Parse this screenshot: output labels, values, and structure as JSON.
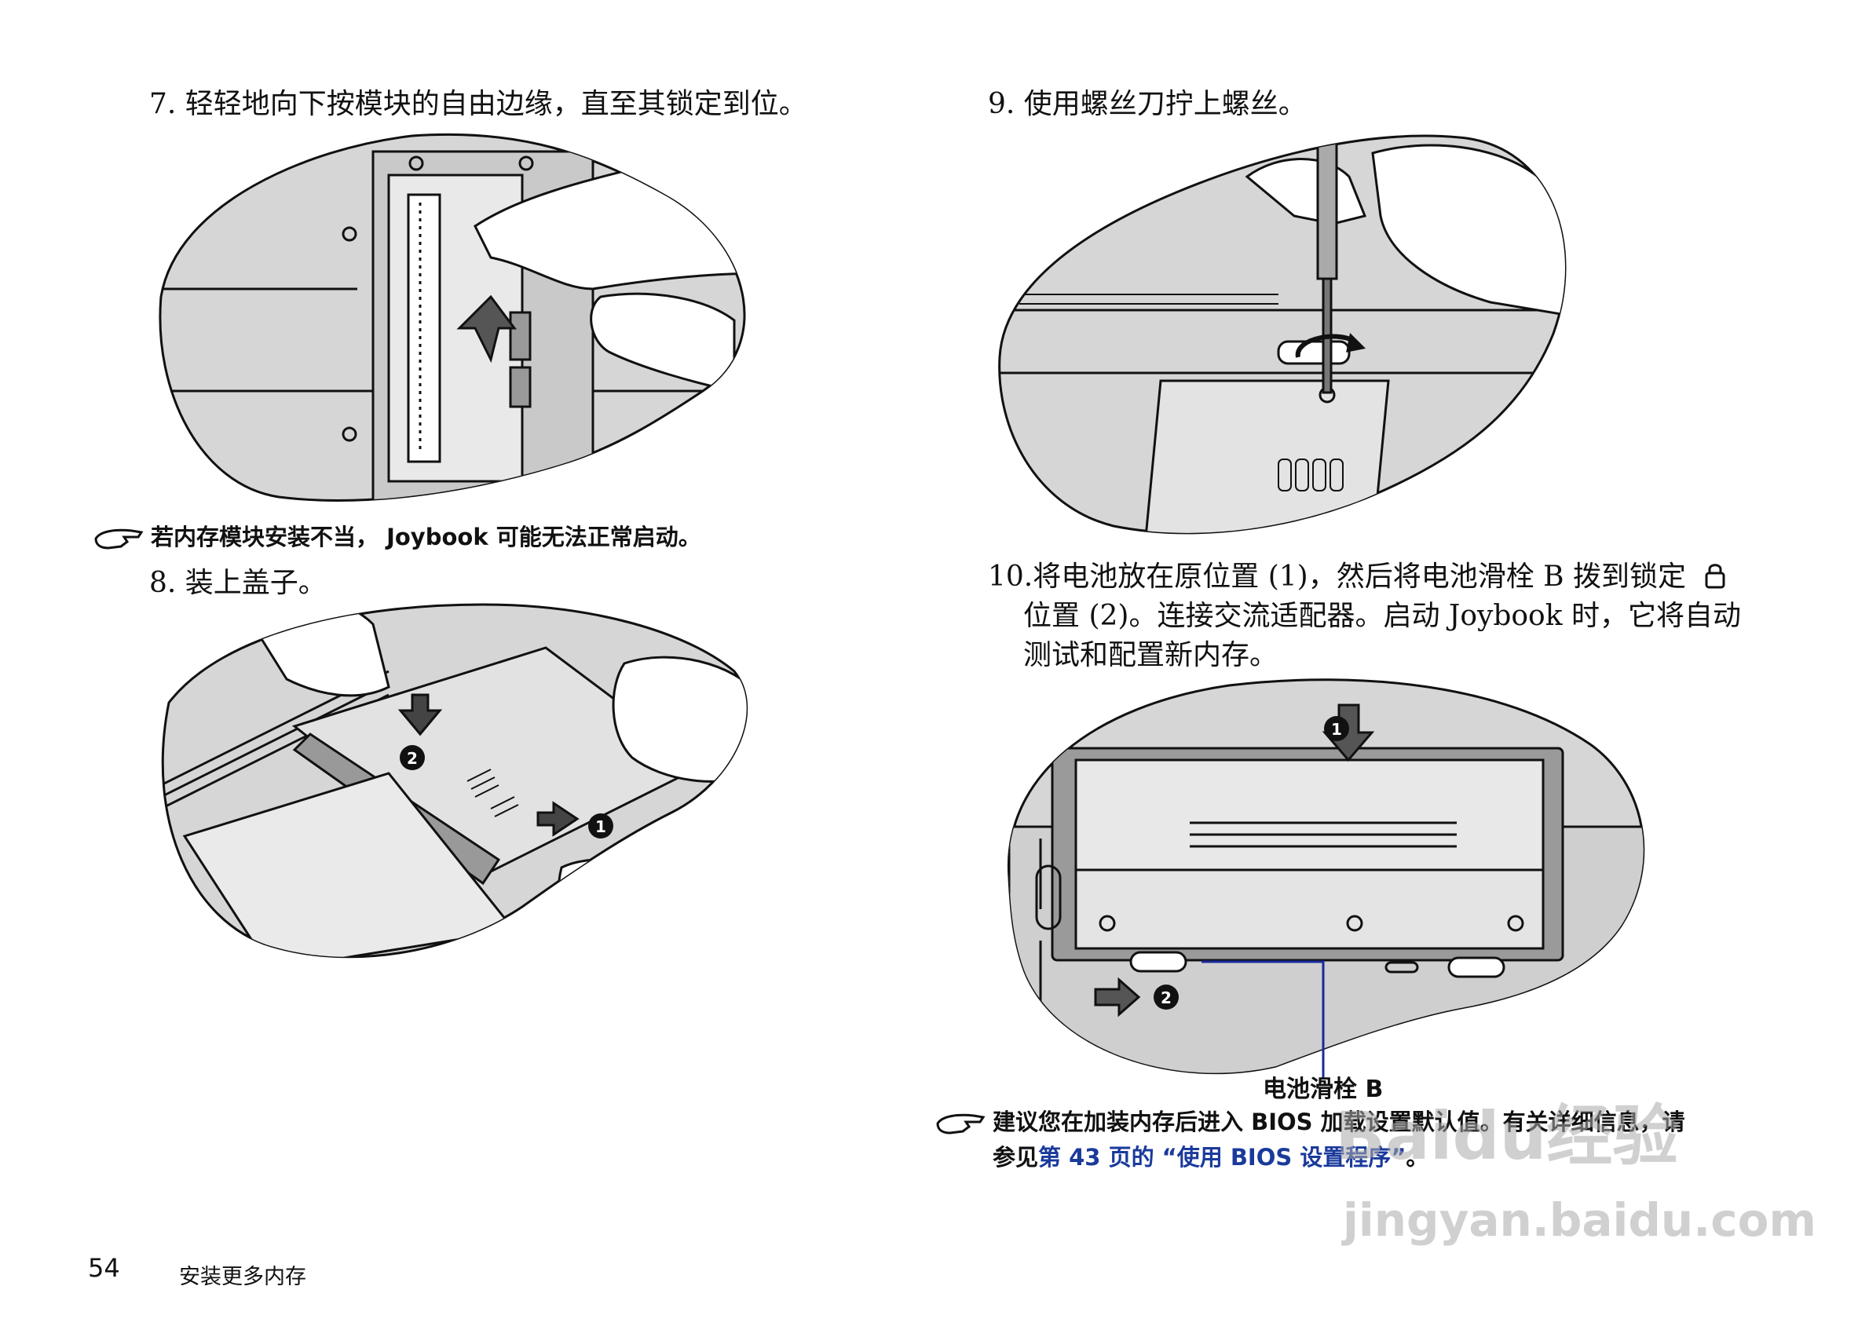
{
  "steps": {
    "s7": "7. 轻轻地向下按模块的自由边缘，直至其锁定到位。",
    "s8": "8. 装上盖子。",
    "s9": "9. 使用螺丝刀拧上螺丝。",
    "s10_l1": "10.将电池放在原位置 (1)，然后将电池滑栓 B 拨到锁定",
    "s10_l2": "位置 (2)。连接交流适配器。启动 Joybook 时，它将自动",
    "s10_l3": "测试和配置新内存。"
  },
  "notes": {
    "n1": "若内存模块安装不当， Joybook 可能无法正常启动。",
    "n2_l1": "建议您在加装内存后进入 BIOS 加载设置默认值。有关详细信息，请",
    "n2_l2_prefix": "参见",
    "n2_l2_link": "第 43 页的 “使用 BIOS 设置程序”",
    "n2_l2_suffix": "。"
  },
  "callouts": {
    "slider_label": "电池滑栓 B",
    "marker_1": "1",
    "marker_2": "2"
  },
  "footer": {
    "page_number": "54",
    "section_title": "安装更多内存"
  },
  "watermark": {
    "line1": "Baidu经验",
    "line2": "jingyan.baidu.com"
  },
  "colors": {
    "link": "#1a3a9c",
    "illustration_fill": "#d8d8d8",
    "callout_line": "#1a2a9c"
  },
  "icons": [
    "note-hand-icon",
    "lock-icon",
    "down-arrow-icon",
    "right-arrow-icon",
    "screwdriver-icon"
  ]
}
